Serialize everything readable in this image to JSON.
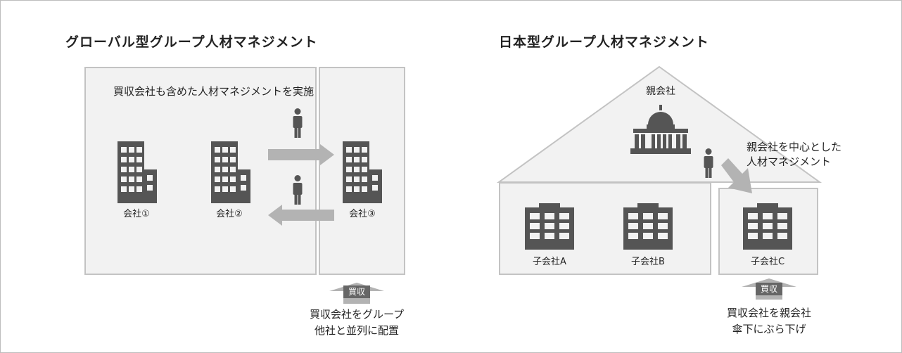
{
  "left_panel": {
    "title": "グローバル型グループ人材マネジメント",
    "box_caption": "買収会社も含めた人材マネジメントを実施",
    "companies": [
      "会社①",
      "会社②",
      "会社③"
    ],
    "acquisition_badge": "買収",
    "bottom_caption_line1": "買収会社をグループ",
    "bottom_caption_line2": "他社と並列に配置",
    "icons": [
      "office-building-icon",
      "person-icon",
      "arrow-right-icon",
      "arrow-left-icon",
      "arrow-up-icon"
    ]
  },
  "right_panel": {
    "title": "日本型グループ人材マネジメント",
    "parent_label": "親会社",
    "management_caption_line1": "親会社を中心とした",
    "management_caption_line2": "人材マネジメント",
    "subsidiaries": [
      "子会社A",
      "子会社B",
      "子会社C"
    ],
    "acquisition_badge": "買収",
    "bottom_caption_line1": "買収会社を親会社",
    "bottom_caption_line2": "傘下にぶら下げ",
    "icons": [
      "government-building-icon",
      "office-building-icon",
      "person-icon",
      "arrow-diagonal-icon",
      "arrow-up-icon"
    ]
  },
  "colors": {
    "box_fill": "#f2f2f2",
    "box_border": "#c3c3c3",
    "icon_dark": "#555555",
    "arrow_gray": "#b3b3b3",
    "badge_gray": "#666666"
  }
}
